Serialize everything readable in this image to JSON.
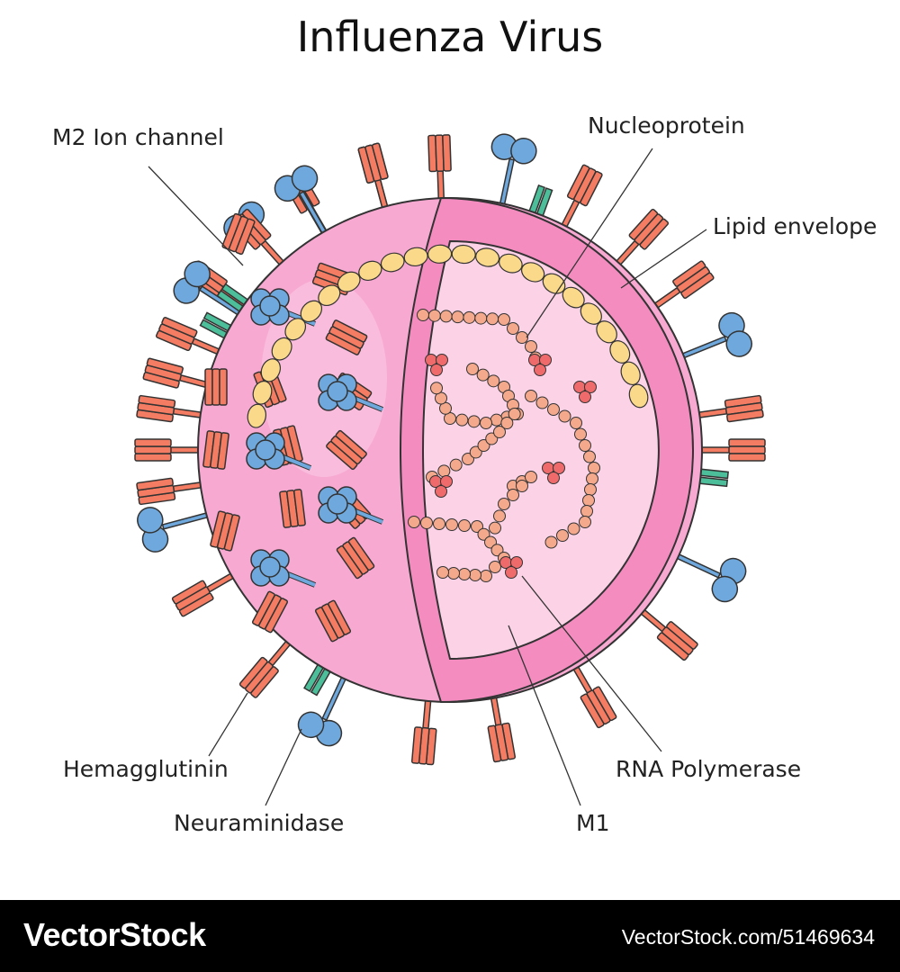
{
  "title": "Influenza Virus",
  "labels": {
    "m2": "M2 Ion channel",
    "nucleoprotein": "Nucleoprotein",
    "lipid": "Lipid envelope",
    "hemagglutinin": "Hemagglutinin",
    "neuraminidase": "Neuraminidase",
    "rna_polymerase": "RNA Polymerase",
    "m1": "M1"
  },
  "footer": {
    "brand": "VectorStock",
    "url": "VectorStock.com/51469634"
  },
  "colors": {
    "sphere": "#f7a9d2",
    "envelope": "#f48cc0",
    "interior": "#fcd2e6",
    "hemagglutinin": "#f47c62",
    "neuraminidase": "#6fa8dc",
    "m2": "#4cbf9a",
    "m1": "#fbd98a",
    "nucleoprotein": "#f5a98c",
    "polymerase": "#ef6b6b"
  }
}
